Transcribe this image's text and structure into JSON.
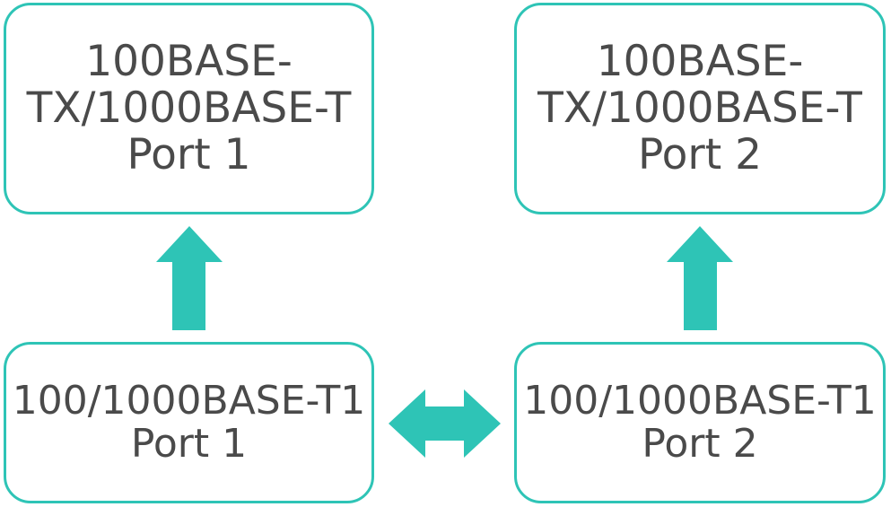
{
  "colors": {
    "accent": "#2ec4b6",
    "text": "#4a4a4a",
    "background": "#ffffff"
  },
  "boxes": {
    "tx_port1": {
      "line1": "100BASE-",
      "line2": "TX/1000BASE-T",
      "line3": "Port 1"
    },
    "tx_port2": {
      "line1": "100BASE-",
      "line2": "TX/1000BASE-T",
      "line3": "Port 2"
    },
    "t1_port1": {
      "line1": "100/1000BASE-T1",
      "line2": "Port 1"
    },
    "t1_port2": {
      "line1": "100/1000BASE-T1",
      "line2": "Port 2"
    }
  },
  "arrows": {
    "left_up": "up-arrow-icon",
    "right_up": "up-arrow-icon",
    "center_bidirectional": "bidirectional-arrow-icon"
  }
}
